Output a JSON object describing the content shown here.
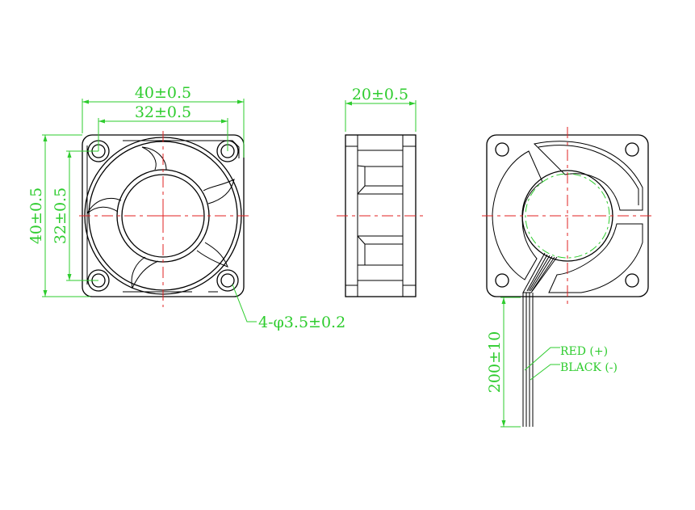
{
  "drawing": {
    "front_view": {
      "width_dim": "40±0.5",
      "hole_pitch_h_dim": "32±0.5",
      "height_dim": "40±0.5",
      "hole_pitch_v_dim": "32±0.5",
      "hole_callout": "4-φ3.5±0.2"
    },
    "side_view": {
      "thickness_dim": "20±0.5"
    },
    "back_view": {
      "lead_length_dim": "200±10",
      "wire_labels": [
        "RED (+)",
        "BLACK (-)"
      ]
    }
  },
  "colors": {
    "dimension": "#2ecc2e",
    "centerline": "#e02020",
    "outline": "#000000"
  }
}
